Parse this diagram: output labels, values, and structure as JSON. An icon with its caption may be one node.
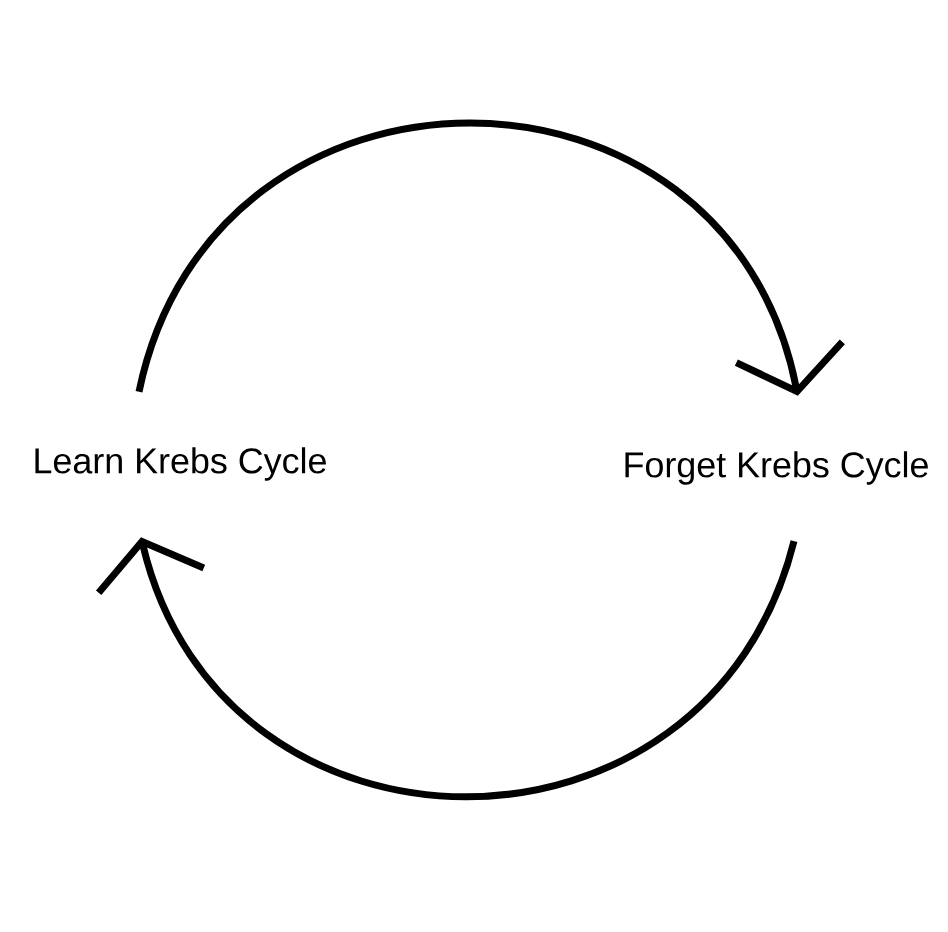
{
  "diagram": {
    "nodes": [
      {
        "text": [
          "Learn Krebs Cycle"
        ]
      },
      {
        "text": [
          "Forget Krebs Cycle"
        ]
      }
    ],
    "edges": [
      {
        "from": 0,
        "to": 1,
        "arrow": "to"
      },
      {
        "from": 1,
        "to": 0,
        "arrow": "to"
      }
    ]
  }
}
